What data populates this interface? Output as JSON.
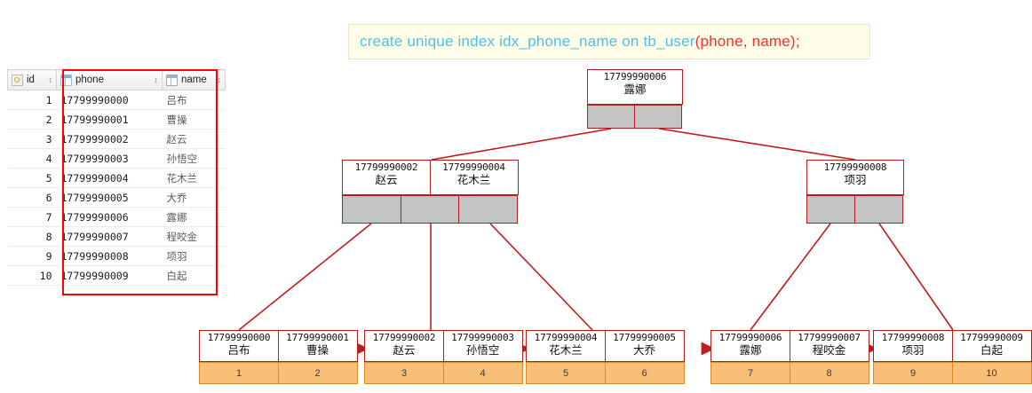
{
  "sql": {
    "prefix": "create unique index idx_phone_name on tb_user",
    "highlight": "(phone, name);",
    "colors": {
      "text": "#4ec0ec",
      "highlight": "#ff2d2d",
      "background": "#fdfde8"
    }
  },
  "table": {
    "columns": [
      {
        "label": "id",
        "icon": "primary-key-icon",
        "sorter": "↕"
      },
      {
        "label": "phone",
        "icon": "column-icon",
        "sorter": "↕"
      },
      {
        "label": "name",
        "icon": "text-column-icon",
        "sorter": "↕"
      }
    ],
    "rows": [
      {
        "id": "1",
        "phone": "17799990000",
        "name": "吕布"
      },
      {
        "id": "2",
        "phone": "17799990001",
        "name": "曹操"
      },
      {
        "id": "3",
        "phone": "17799990002",
        "name": "赵云"
      },
      {
        "id": "4",
        "phone": "17799990003",
        "name": "孙悟空"
      },
      {
        "id": "5",
        "phone": "17799990004",
        "name": "花木兰"
      },
      {
        "id": "6",
        "phone": "17799990005",
        "name": "大乔"
      },
      {
        "id": "7",
        "phone": "17799990006",
        "name": "露娜"
      },
      {
        "id": "8",
        "phone": "17799990007",
        "name": "程咬金"
      },
      {
        "id": "9",
        "phone": "17799990008",
        "name": "项羽"
      },
      {
        "id": "10",
        "phone": "17799990009",
        "name": "白起"
      }
    ],
    "highlight_color": "#ff0000"
  },
  "tree": {
    "colors": {
      "border": "#b11c1c",
      "pointer_fill": "#c3c3c3",
      "leaf_data_fill": "#f8bf78",
      "leaf_data_border": "#d88a2c",
      "connector": "#c01c1c"
    },
    "root": {
      "keys": [
        {
          "phone": "17799990006",
          "name": "露娜"
        }
      ],
      "pointers": 2
    },
    "internal": [
      {
        "id": "internal-left",
        "keys": [
          {
            "phone": "17799990002",
            "name": "赵云"
          },
          {
            "phone": "17799990004",
            "name": "花木兰"
          }
        ],
        "pointers": 3
      },
      {
        "id": "internal-right",
        "keys": [
          {
            "phone": "17799990008",
            "name": "项羽"
          }
        ],
        "pointers": 2
      }
    ],
    "leaves": [
      {
        "id": "leaf-1",
        "entries": [
          {
            "phone": "17799990000",
            "name": "吕布",
            "rowid": "1"
          },
          {
            "phone": "17799990001",
            "name": "曹操",
            "rowid": "2"
          }
        ]
      },
      {
        "id": "leaf-2",
        "entries": [
          {
            "phone": "17799990002",
            "name": "赵云",
            "rowid": "3"
          },
          {
            "phone": "17799990003",
            "name": "孙悟空",
            "rowid": "4"
          }
        ]
      },
      {
        "id": "leaf-3",
        "entries": [
          {
            "phone": "17799990004",
            "name": "花木兰",
            "rowid": "5"
          },
          {
            "phone": "17799990005",
            "name": "大乔",
            "rowid": "6"
          }
        ]
      },
      {
        "id": "leaf-4",
        "entries": [
          {
            "phone": "17799990006",
            "name": "露娜",
            "rowid": "7"
          },
          {
            "phone": "17799990007",
            "name": "程咬金",
            "rowid": "8"
          }
        ]
      },
      {
        "id": "leaf-5",
        "entries": [
          {
            "phone": "17799990008",
            "name": "项羽",
            "rowid": "9"
          },
          {
            "phone": "17799990009",
            "name": "白起",
            "rowid": "10"
          }
        ]
      }
    ]
  }
}
